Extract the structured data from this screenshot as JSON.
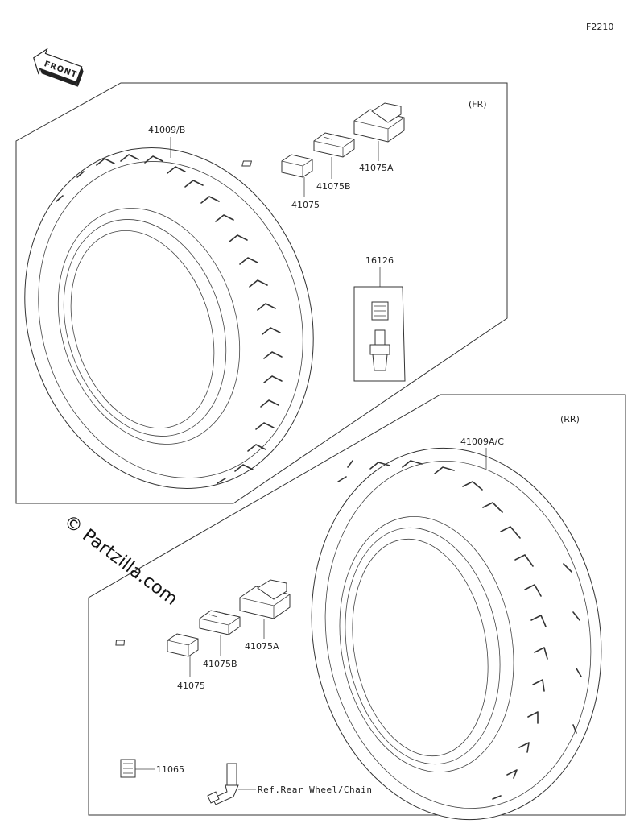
{
  "figure_code": "F2210",
  "front_label": "FRONT",
  "watermark": "© Partzilla.com",
  "front_section": {
    "label": "(FR)",
    "tire_part": "41009/B",
    "weights": [
      "41075",
      "41075B",
      "41075A"
    ],
    "valve_kit": "16126"
  },
  "rear_section": {
    "label": "(RR)",
    "tire_part": "41009A/C",
    "weights": [
      "41075",
      "41075B",
      "41075A"
    ],
    "valve_cap": "11065",
    "valve_ref": "Ref.Rear Wheel/Chain"
  }
}
